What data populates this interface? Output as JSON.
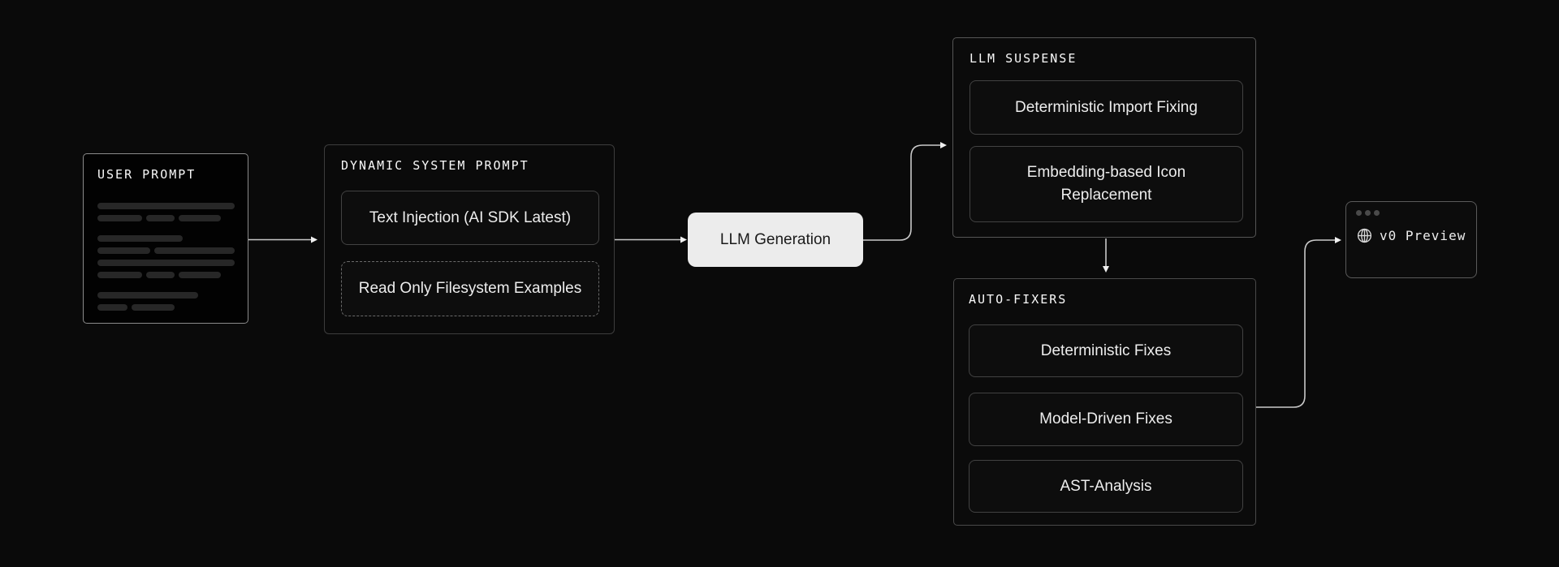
{
  "diagram": {
    "description": "v0 generation pipeline flow diagram",
    "colors": {
      "background": "#0a0a0a",
      "panel_border": "#3d3d3d",
      "item_border": "#424242",
      "accent_node_fill": "#ececec",
      "accent_node_text": "#1a1a1a",
      "connector": "#c9c9c9",
      "title_text": "#fafafa",
      "label_text": "#ededed",
      "skeleton_bar": "#272727"
    },
    "nodes": {
      "user_prompt": {
        "title": "USER PROMPT"
      },
      "dynamic_system_prompt": {
        "title": "DYNAMIC SYSTEM PROMPT",
        "items": [
          {
            "label": "Text Injection (AI SDK Latest)",
            "border_style": "solid"
          },
          {
            "label": "Read Only Filesystem Examples",
            "border_style": "dashed"
          }
        ]
      },
      "llm_generation": {
        "label": "LLM Generation"
      },
      "llm_suspense": {
        "title": "LLM SUSPENSE",
        "items": [
          "Deterministic Import Fixing",
          "Embedding-based Icon Replacement"
        ]
      },
      "auto_fixers": {
        "title": "AUTO-FIXERS",
        "items": [
          "Deterministic Fixes",
          "Model-Driven Fixes",
          "AST-Analysis"
        ]
      },
      "v0_preview": {
        "label": "v0 Preview",
        "icon": "globe-icon",
        "window_dot_count": 3
      }
    },
    "edges": [
      {
        "from": "user_prompt",
        "to": "dynamic_system_prompt",
        "shape": "straight"
      },
      {
        "from": "dynamic_system_prompt",
        "to": "llm_generation",
        "shape": "straight"
      },
      {
        "from": "llm_generation",
        "to": "llm_suspense",
        "shape": "elbow-up"
      },
      {
        "from": "llm_suspense",
        "to": "auto_fixers",
        "shape": "straight-down"
      },
      {
        "from": "auto_fixers",
        "to": "v0_preview",
        "shape": "elbow-up"
      }
    ]
  }
}
